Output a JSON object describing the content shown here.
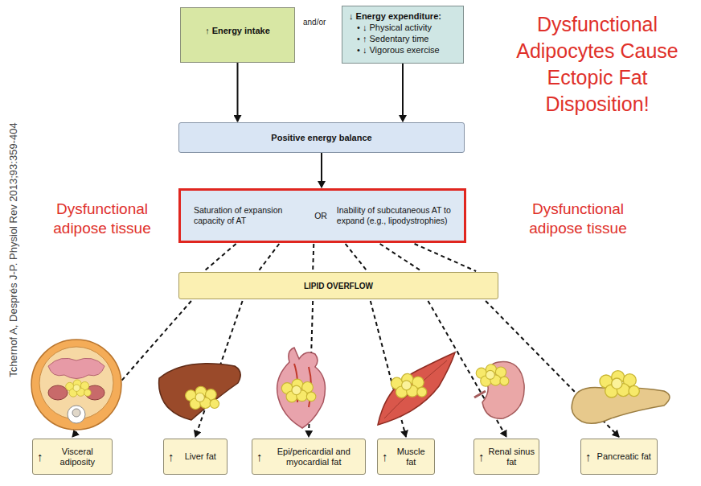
{
  "diagram": {
    "nodes": [
      {
        "text": [
          "↑ Energy intake"
        ]
      },
      {
        "text": [
          "↓ Energy expenditure:",
          "• ↓ Physical activity",
          "• ↑ Sedentary time",
          "• ↓ Vigorous exercise"
        ]
      },
      {
        "text": [
          "Positive energy balance"
        ]
      },
      {
        "text": [
          "Saturation of expansion capacity of AT",
          "OR",
          "Inability of subcutaneous AT to expand (e.g., lipodystrophies)"
        ]
      },
      {
        "text": [
          "LIPID OVERFLOW"
        ]
      },
      {
        "text": [
          "↑",
          "Visceral adiposity"
        ]
      },
      {
        "text": [
          "↑",
          "Liver fat"
        ]
      },
      {
        "text": [
          "↑",
          "Epi/pericardial and myocardial fat"
        ]
      },
      {
        "text": [
          "↑",
          "Muscle fat"
        ]
      },
      {
        "text": [
          "↑",
          "Renal sinus fat"
        ]
      },
      {
        "text": [
          "↑",
          "Pancreatic fat"
        ]
      }
    ],
    "edges": [
      {
        "from": 0,
        "to": 2,
        "arrow": "to"
      },
      {
        "from": 1,
        "to": 2,
        "arrow": "to"
      },
      {
        "from": 2,
        "to": 3,
        "arrow": "to"
      },
      {
        "from": 3,
        "to": 4,
        "arrow": "none"
      },
      {
        "from": 4,
        "to": 5,
        "arrow": "to"
      },
      {
        "from": 4,
        "to": 6,
        "arrow": "to"
      },
      {
        "from": 4,
        "to": 7,
        "arrow": "to"
      },
      {
        "from": 4,
        "to": 8,
        "arrow": "to"
      },
      {
        "from": 4,
        "to": 9,
        "arrow": "to"
      },
      {
        "from": 4,
        "to": 10,
        "arrow": "to"
      }
    ],
    "labels": [
      "and/or",
      "Dysfunctional Adipocytes Cause Ectopic Fat Disposition!",
      "Dysfunctional adipose tissue",
      "Dysfunctional adipose tissue",
      "Tchernof A, Després J-P. Physiol Rev 2013;93:359-404"
    ]
  }
}
